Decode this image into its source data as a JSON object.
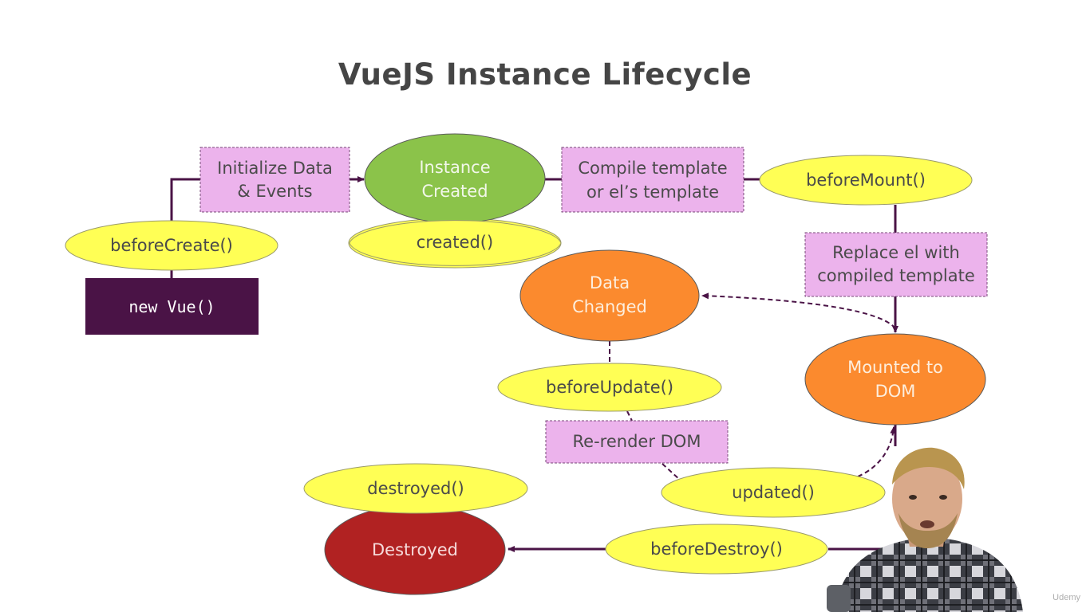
{
  "title": "VueJS Instance Lifecycle",
  "colors": {
    "yellow_fill": "#ffff55",
    "pink_fill": "#ecb3ec",
    "green_fill": "#8bc34a",
    "orange_fill": "#fb8a2e",
    "red_fill": "#b12222",
    "dark_purple": "#4a1346",
    "arrow_purple": "#4a1346"
  },
  "nodes": {
    "new_vue": "new Vue()",
    "before_create": "beforeCreate()",
    "init_data_events": [
      "Initialize Data",
      "& Events"
    ],
    "instance_created": [
      "Instance",
      "Created"
    ],
    "created": "created()",
    "compile_template": [
      "Compile template",
      "or el’s template"
    ],
    "before_mount": "beforeMount()",
    "replace_el": [
      "Replace el with",
      "compiled template"
    ],
    "mounted_to_dom": [
      "Mounted to",
      "DOM"
    ],
    "data_changed": [
      "Data",
      "Changed"
    ],
    "before_update": "beforeUpdate()",
    "rerender_dom": "Re-render DOM",
    "updated": "updated()",
    "before_destroy": "beforeDestroy()",
    "destroyed_hook": "destroyed()",
    "destroyed_state": "Destroyed"
  },
  "watermark": "Udemy",
  "presenter": "presenter-webcam"
}
